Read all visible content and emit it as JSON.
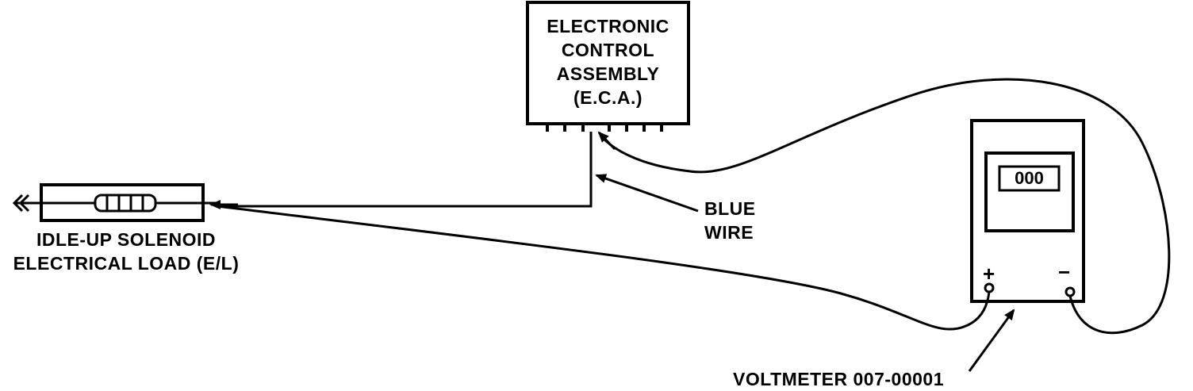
{
  "eca": {
    "lines": [
      "ELECTRONIC",
      "CONTROL",
      "ASSEMBLY",
      "(E.C.A.)"
    ]
  },
  "solenoid": {
    "lines": [
      "IDLE-UP SOLENOID",
      "ELECTRICAL LOAD (E/L)"
    ]
  },
  "wire": {
    "lines": [
      "BLUE",
      "WIRE"
    ]
  },
  "voltmeter": {
    "display": "000",
    "plus": "+",
    "minus": "−",
    "label": "VOLTMETER 007-00001"
  }
}
